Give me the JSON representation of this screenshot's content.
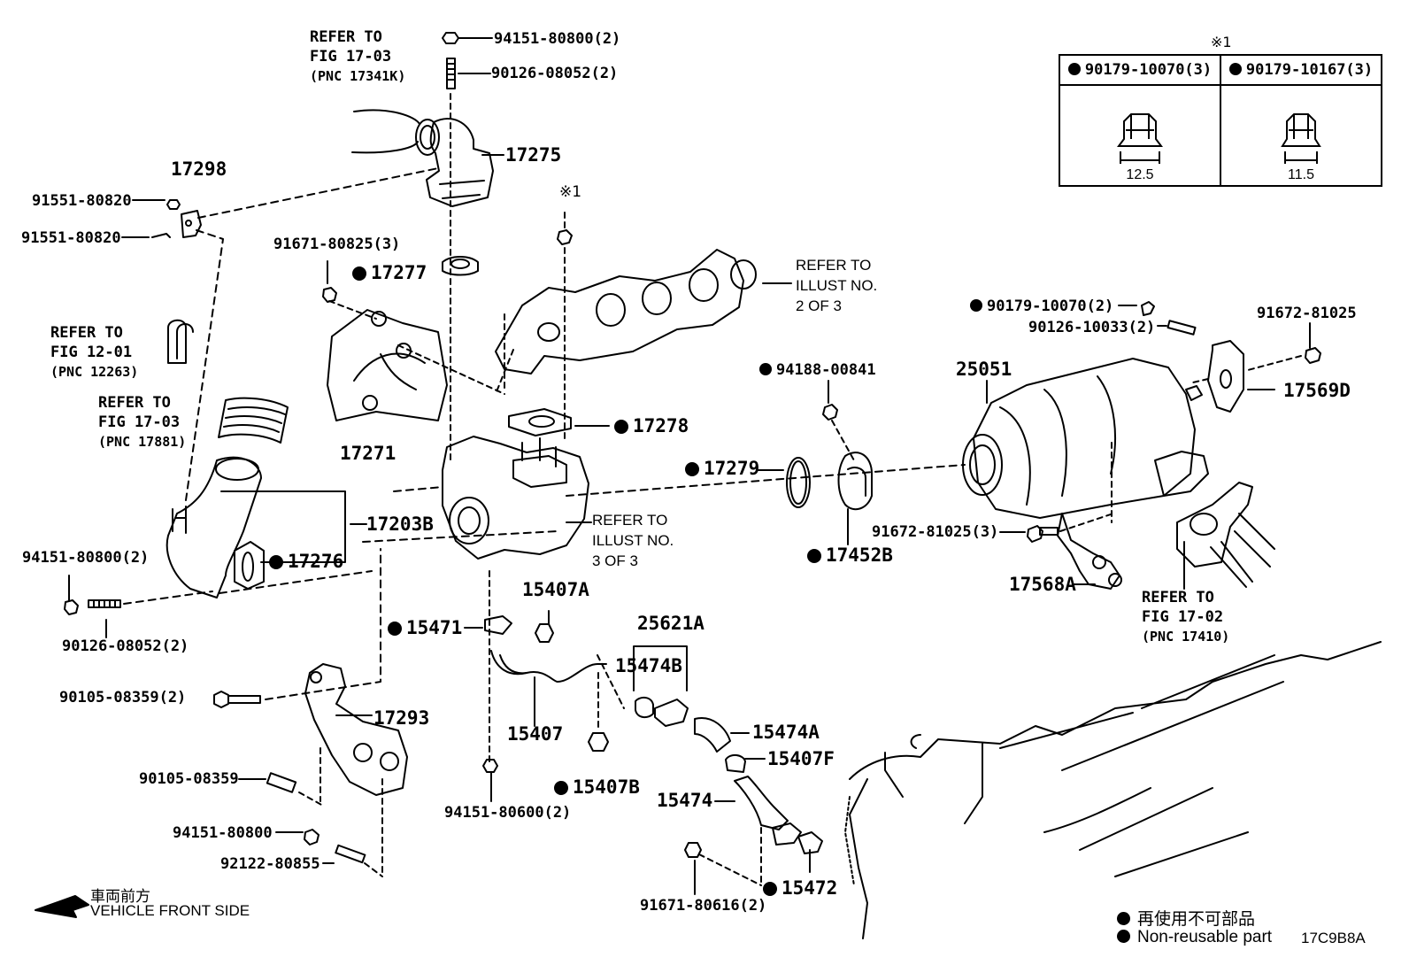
{
  "figure_code": "17C9B8A",
  "legend": {
    "jp": "再使用不可部品",
    "en": "Non-reusable part"
  },
  "front": {
    "jp": "車両前方",
    "en": "VEHICLE FRONT SIDE"
  },
  "note_mark": "※1",
  "note_table": {
    "mark": "※1",
    "col1": {
      "part": "90179-10070(3)",
      "dim": "12.5"
    },
    "col2": {
      "part": "90179-10167(3)",
      "dim": "11.5"
    }
  },
  "refs": {
    "r1703a": {
      "l1": "REFER TO",
      "l2": "FIG 17-03",
      "l3": "(PNC 17341K)"
    },
    "r1201": {
      "l1": "REFER TO",
      "l2": "FIG 12-01",
      "l3": "(PNC 12263)"
    },
    "r1703b": {
      "l1": "REFER TO",
      "l2": "FIG 17-03",
      "l3": "(PNC 17881)"
    },
    "rill2": {
      "l1": "REFER TO",
      "l2": "ILLUST NO.",
      "l3": "2 OF 3"
    },
    "rill3": {
      "l1": "REFER TO",
      "l2": "ILLUST NO.",
      "l3": "3 OF 3"
    },
    "r1702": {
      "l1": "REFER TO",
      "l2": "FIG 17-02",
      "l3": "(PNC 17410)"
    }
  },
  "labels": {
    "p94151_80800a": "94151-80800(2)",
    "p90126_08052a": "90126-08052(2)",
    "p17275": "17275",
    "p17298": "17298",
    "p91551a": "91551-80820",
    "p91551b": "91551-80820",
    "p91671_80825": "91671-80825(3)",
    "p17277": "17277",
    "p17271": "17271",
    "p17278": "17278",
    "p17203B": "17203B",
    "p17276": "17276",
    "p94151_80800b": "94151-80800(2)",
    "p90126_08052b": "90126-08052(2)",
    "p15471": "15471",
    "p15407A": "15407A",
    "p25621A": "25621A",
    "p15474B": "15474B",
    "p90105_08359_2": "90105-08359(2)",
    "p17293": "17293",
    "p15407": "15407",
    "p15474A": "15474A",
    "p15407F": "15407F",
    "p90105_08359": "90105-08359",
    "p15407B": "15407B",
    "p94151_80600": "94151-80600(2)",
    "p15474": "15474",
    "p94151_80800c": "94151-80800",
    "p92122_80855": "92122-80855",
    "p91671_80616": "91671-80616(2)",
    "p15472": "15472",
    "p94188_00841": "94188-00841",
    "p17279": "17279",
    "p17452B": "17452B",
    "p25051": "25051",
    "p90179_10070": "90179-10070(2)",
    "p90126_10033": "90126-10033(2)",
    "p91672_81025": "91672-81025",
    "p17569D": "17569D",
    "p91672_81025_3": "91672-81025(3)",
    "p17568A": "17568A"
  }
}
